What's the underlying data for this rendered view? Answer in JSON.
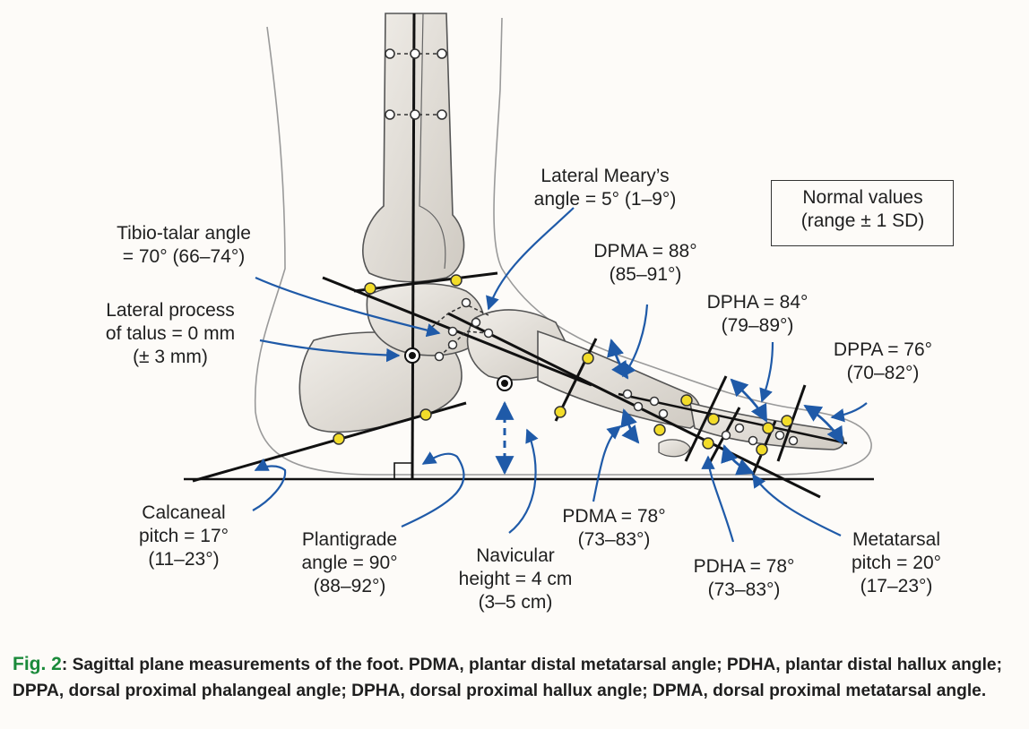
{
  "labels": {
    "tibio_talar": [
      "Tibio-talar angle",
      "= 70° (66–74°)"
    ],
    "lateral_process": [
      "Lateral process",
      "of talus = 0 mm",
      "(± 3 mm)"
    ],
    "lateral_meary": [
      "Lateral Meary’s",
      "angle = 5° (1–9°)"
    ],
    "dpma": [
      "DPMA = 88°",
      "(85–91°)"
    ],
    "dpha": [
      "DPHA = 84°",
      "(79–89°)"
    ],
    "dppa": [
      "DPPA = 76°",
      "(70–82°)"
    ],
    "normal_values": [
      "Normal values",
      "(range ± 1 SD)"
    ],
    "calcaneal_pitch": [
      "Calcaneal",
      "pitch = 17°",
      "(11–23°)"
    ],
    "plantigrade": [
      "Plantigrade",
      "angle = 90°",
      "(88–92°)"
    ],
    "navicular": [
      "Navicular",
      "height = 4 cm",
      "(3–5 cm)"
    ],
    "pdma": [
      "PDMA = 78°",
      "(73–83°)"
    ],
    "pdha": [
      "PDHA = 78°",
      "(73–83°)"
    ],
    "metatarsal_pitch": [
      "Metatarsal",
      "pitch = 20°",
      "(17–23°)"
    ]
  },
  "caption": {
    "fig_label": "Fig. 2",
    "text": ": Sagittal plane measurements of the foot. PDMA, plantar distal metatarsal angle; PDHA, plantar distal hallux angle; DPPA, dorsal proximal phalangeal angle; DPHA, dorsal proximal hallux angle; DPMA, dorsal proximal metatarsal angle."
  },
  "colors": {
    "arrow": "#1f5aa8",
    "marker": "#f2dc2a",
    "bone": "#e6e2dc",
    "bone_outline": "#555555",
    "fig_label": "#1a8a3a"
  }
}
